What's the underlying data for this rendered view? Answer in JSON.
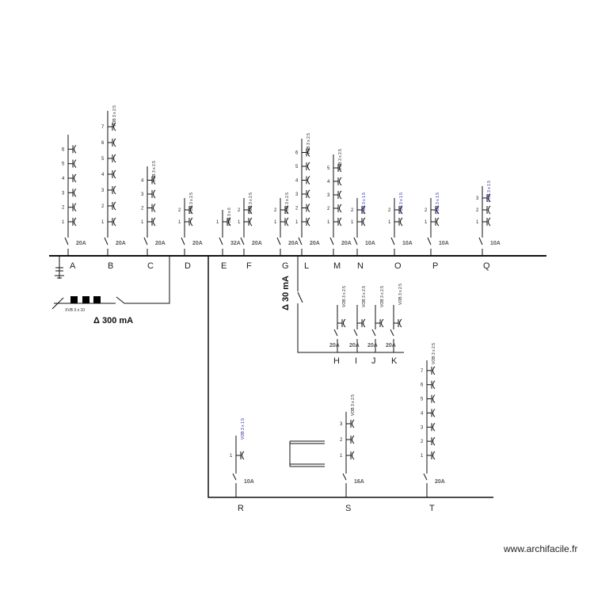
{
  "watermark": "www.archifacile.fr",
  "main_differential": "Δ 300 mA",
  "sub_differential": "Δ 30 mA",
  "supply_cable": "XVB 3 x 10",
  "circuits": [
    {
      "label": "A",
      "breaker": "20A",
      "cable": "",
      "points": 6
    },
    {
      "label": "B",
      "breaker": "20A",
      "cable": "VOB 3 x 2.5",
      "points": 7
    },
    {
      "label": "C",
      "breaker": "20A",
      "cable": "VOB 3 x 2.5",
      "points": 4
    },
    {
      "label": "D",
      "breaker": "20A",
      "cable": "VOB 3 x 2.5",
      "points": 2
    },
    {
      "label": "E",
      "breaker": "32A",
      "cable": "VOB 3 x 6",
      "points": 1
    },
    {
      "label": "F",
      "breaker": "20A",
      "cable": "VOB 3 x 2.5",
      "points": 2
    },
    {
      "label": "G",
      "breaker": "20A",
      "cable": "VOB 3 x 2.5",
      "points": 2
    },
    {
      "label": "L",
      "breaker": "20A",
      "cable": "VOB 3 x 2.5",
      "points": 6
    },
    {
      "label": "M",
      "breaker": "20A",
      "cable": "VOB 3 x 2.5",
      "points": 5
    },
    {
      "label": "N",
      "breaker": "10A",
      "cable": "VOB 3 x 1.5",
      "points": 2
    },
    {
      "label": "O",
      "breaker": "10A",
      "cable": "VOB 3 x 1.5",
      "points": 2
    },
    {
      "label": "P",
      "breaker": "10A",
      "cable": "VOB 3 x 1.5",
      "points": 2
    },
    {
      "label": "Q",
      "breaker": "10A",
      "cable": "VOB 3 x 1.5",
      "points": 3
    }
  ],
  "sub_circuits": [
    {
      "label": "H",
      "breaker": "20A",
      "cable": "VOB 3 x 2.5"
    },
    {
      "label": "I",
      "breaker": "20A",
      "cable": "VOB 3 x 2.5"
    },
    {
      "label": "J",
      "breaker": "20A",
      "cable": "VOB 3 x 2.5"
    },
    {
      "label": "K",
      "breaker": "20A",
      "cable": "VOB 3 x 2.5"
    }
  ],
  "lower_circuits": [
    {
      "label": "R",
      "breaker": "10A",
      "cable": "VOB 3 x 1.5"
    },
    {
      "label": "S",
      "breaker": "16A",
      "cable": "VOB 3 x 2.5"
    },
    {
      "label": "T",
      "breaker": "20A",
      "cable": "VOB 3 x 2.5"
    }
  ]
}
